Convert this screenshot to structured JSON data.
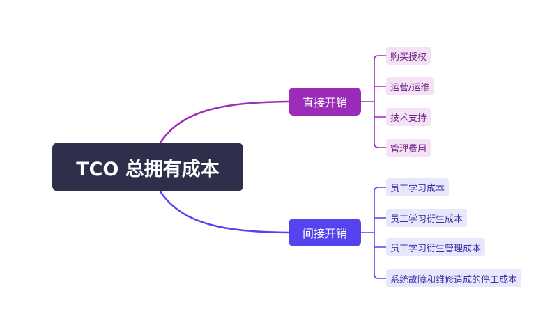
{
  "root": {
    "label": "TCO 总拥有成本",
    "color": "#2e2f4b"
  },
  "branches": [
    {
      "label": "直接开销",
      "color": "#9b2bb8",
      "items": [
        "购买授权",
        "运营/运维",
        "技术支持",
        "管理费用"
      ]
    },
    {
      "label": "间接开销",
      "color": "#5443ee",
      "items": [
        "员工学习成本",
        "员工学习衍生成本",
        "员工学习衍生管理成本",
        "系统故障和维修造成的停工成本"
      ]
    }
  ]
}
